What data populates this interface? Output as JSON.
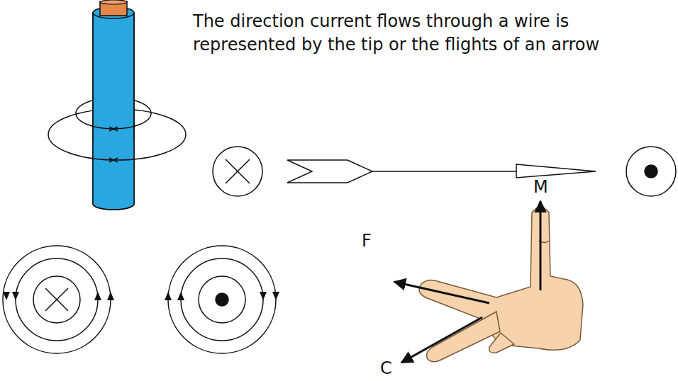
{
  "diagram": {
    "labels": [
      "The direction current flows through a wire is represented by the tip or the flights of an arrow",
      "M",
      "F",
      "C"
    ]
  }
}
